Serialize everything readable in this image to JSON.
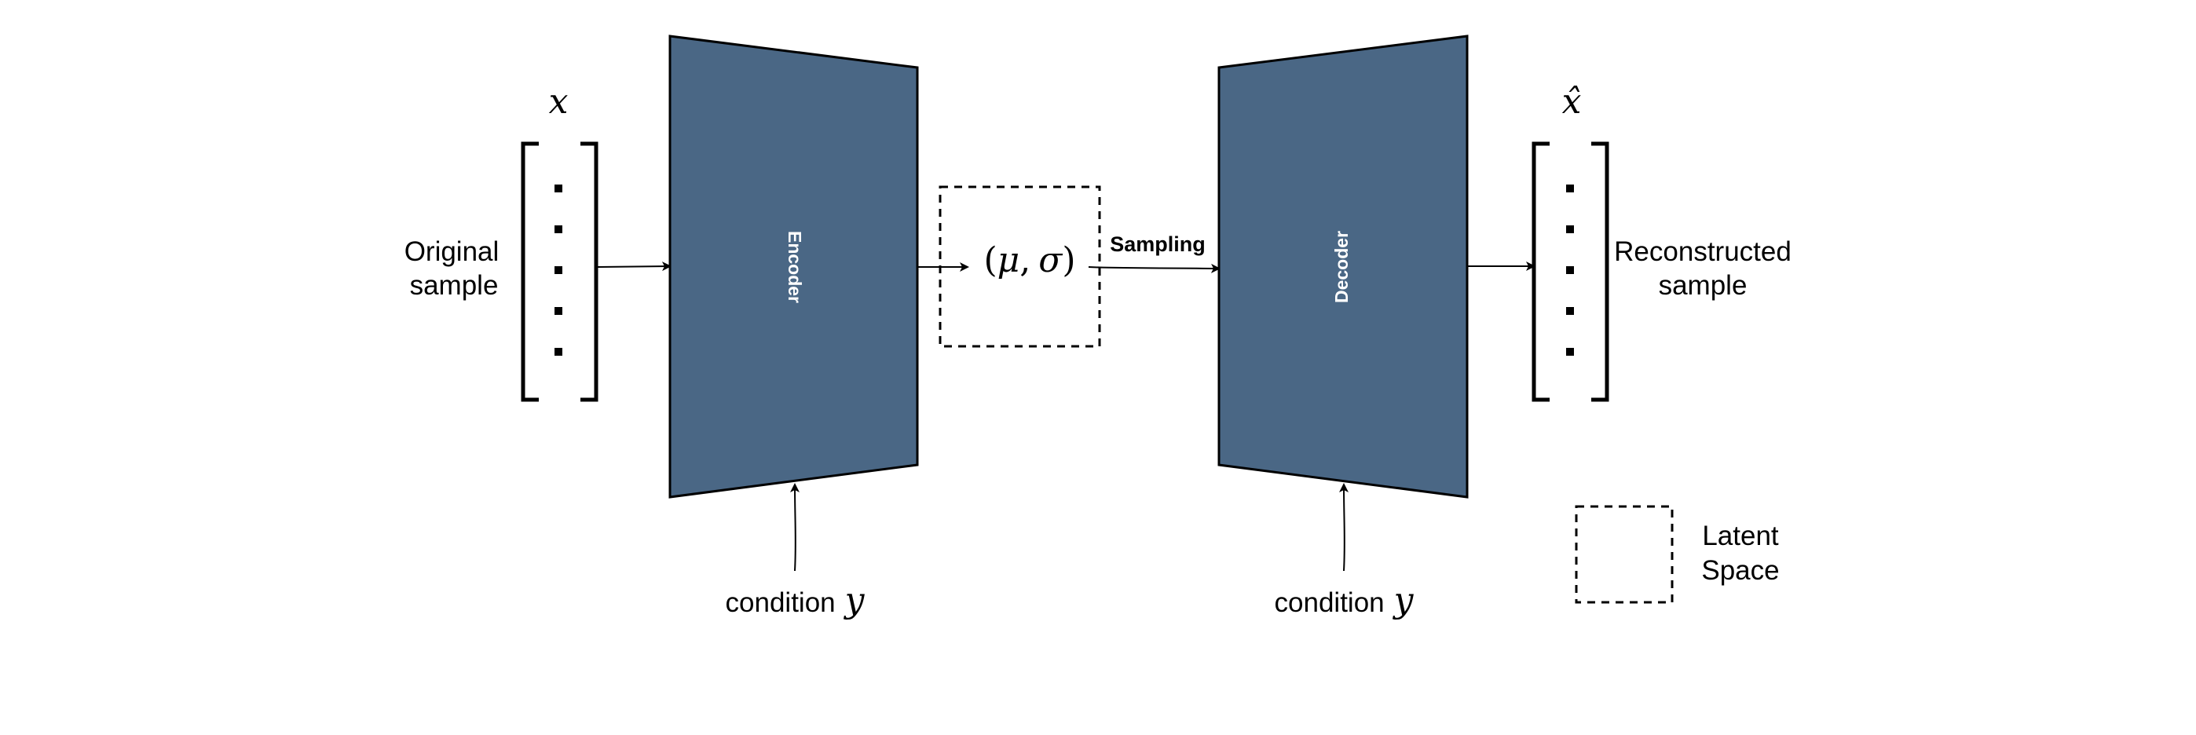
{
  "colors": {
    "block_fill": "#4a6785",
    "stroke": "#000000",
    "background": "#ffffff"
  },
  "input": {
    "symbol": "x",
    "label_line1": "Original",
    "label_line2": "sample"
  },
  "encoder": {
    "label": "Encoder",
    "condition_word": "condition",
    "condition_symbol": "y"
  },
  "latent": {
    "mu": "μ",
    "comma": ",",
    "sigma": "σ",
    "open_paren": "(",
    "close_paren": ")",
    "edge_label": "Sampling"
  },
  "decoder": {
    "label": "Decoder",
    "condition_word": "condition",
    "condition_symbol": "y"
  },
  "output": {
    "symbol": "x̂",
    "label_line1": "Reconstructed",
    "label_line2": "sample"
  },
  "legend": {
    "line1": "Latent",
    "line2": "Space"
  }
}
